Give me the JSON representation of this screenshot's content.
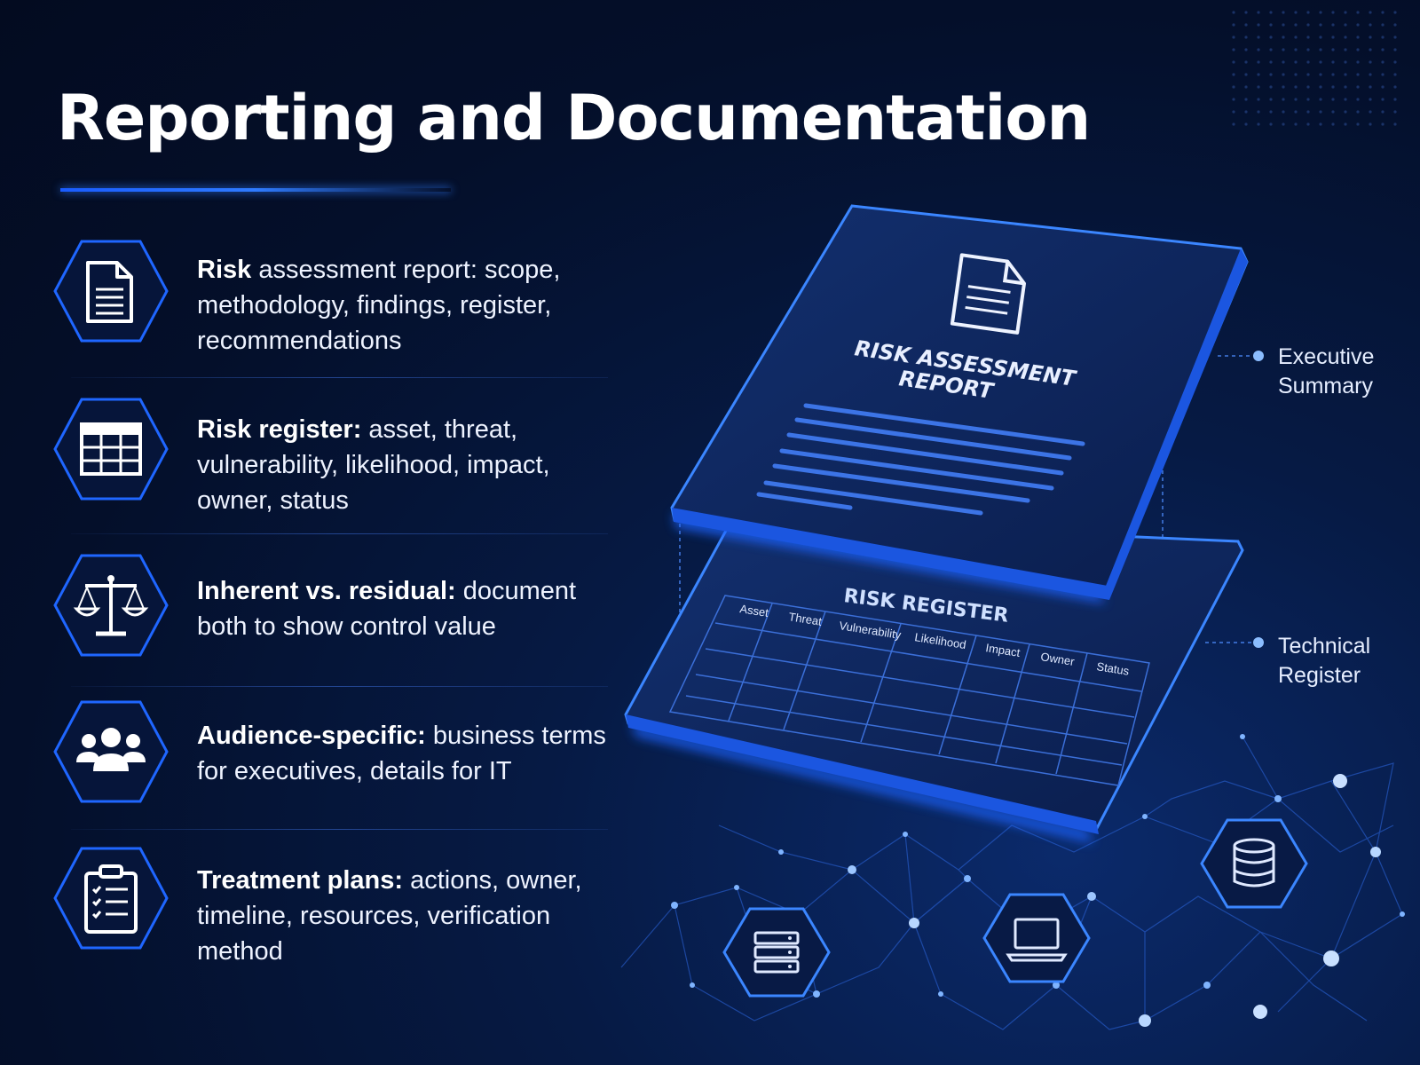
{
  "title": "Reporting and Documentation",
  "items": [
    {
      "icon": "document-icon",
      "bold": "Risk",
      "text": " assessment report: scope, methodology, findings, register, recommendations"
    },
    {
      "icon": "table-icon",
      "bold": "Risk register:",
      "text": " asset, threat, vulnerability, likelihood, impact, owner, status"
    },
    {
      "icon": "scales-icon",
      "bold": "Inherent vs. residual:",
      "text": " document both to show control value"
    },
    {
      "icon": "people-icon",
      "bold": "Audience-specific:",
      "text": " business terms for executives, details for IT"
    },
    {
      "icon": "clipboard-checklist-icon",
      "bold": "Treatment plans:",
      "text": " actions, owner, timeline, resources, verification method"
    }
  ],
  "report_card": {
    "title_line1": "RISK ASSESSMENT",
    "title_line2": "REPORT",
    "icon": "document-icon"
  },
  "register_card": {
    "title": "RISK REGISTER",
    "columns": [
      "Asset",
      "Threat",
      "Vulnerability",
      "Likelihood",
      "Impact",
      "Owner",
      "Status"
    ]
  },
  "labels": {
    "executive_line1": "Executive",
    "executive_line2": "Summary",
    "technical_line1": "Technical",
    "technical_line2": "Register"
  },
  "network_icons": [
    "server-icon",
    "laptop-icon",
    "database-icon"
  ],
  "colors": {
    "accent": "#2f7bff",
    "background": "#040f2a"
  }
}
